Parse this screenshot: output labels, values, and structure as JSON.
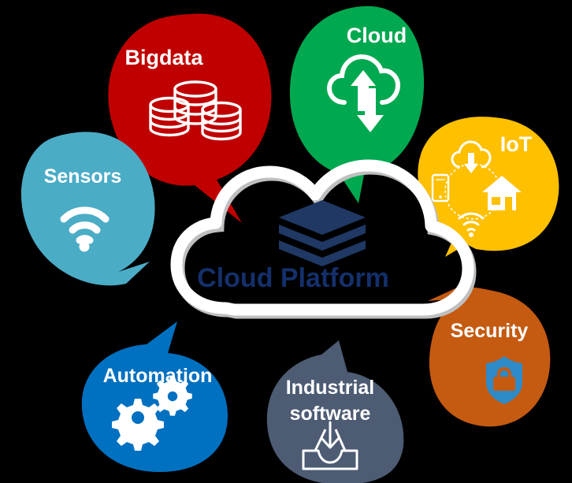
{
  "diagram": {
    "title": "Cloud Platform ecosystem bubble diagram",
    "background_color": "#000000",
    "center": {
      "label": "Cloud Platform",
      "shape": "cloud",
      "text_color": "#14306B",
      "outline_color": "#FFFFFF",
      "shadow_color": "#BFBFBF",
      "fill_color": "none",
      "icon": "layers-stack-icon",
      "icon_color": "#1F3864"
    },
    "nodes": [
      {
        "id": "bigdata",
        "label": "Bigdata",
        "color": "#C00000",
        "text_color": "#FFFFFF",
        "icon": "database-stack-icon",
        "icon_color": "#FFFFFF",
        "position": "top-left",
        "tail_direction": "down-right"
      },
      {
        "id": "cloud",
        "label": "Cloud",
        "color": "#00A850",
        "text_color": "#FFFFFF",
        "icon": "cloud-sync-arrows-icon",
        "icon_color": "#FFFFFF",
        "position": "top-center-right",
        "tail_direction": "down-left"
      },
      {
        "id": "iot",
        "label": "IoT",
        "color": "#FFC000",
        "text_color": "#FFFFFF",
        "icon": "iot-network-icon",
        "icon_color": "#FFFFFF",
        "position": "right-top",
        "tail_direction": "down-left"
      },
      {
        "id": "security",
        "label": "Security",
        "color": "#C55A11",
        "text_color": "#FFFFFF",
        "icon": "shield-lock-icon",
        "icon_color": "#2E8BC8",
        "position": "right-bottom",
        "tail_direction": "up-left"
      },
      {
        "id": "industrial-software",
        "label": "Industrial software",
        "label_line_1": "Industrial",
        "label_line_2": "software",
        "color": "#44546A",
        "text_color": "#FFFFFF",
        "icon": "download-tray-icon",
        "icon_color": "#FFFFFF",
        "position": "bottom-center",
        "tail_direction": "up"
      },
      {
        "id": "automation",
        "label": "Automation",
        "color": "#0070C0",
        "text_color": "#FFFFFF",
        "icon": "gears-icon",
        "icon_color": "#FFFFFF",
        "position": "bottom-left",
        "tail_direction": "up-right"
      },
      {
        "id": "sensors",
        "label": "Sensors",
        "color": "#4BACC6",
        "text_color": "#FFFFFF",
        "icon": "wifi-signal-icon",
        "icon_color": "#FFFFFF",
        "position": "left",
        "tail_direction": "down-right"
      }
    ]
  }
}
